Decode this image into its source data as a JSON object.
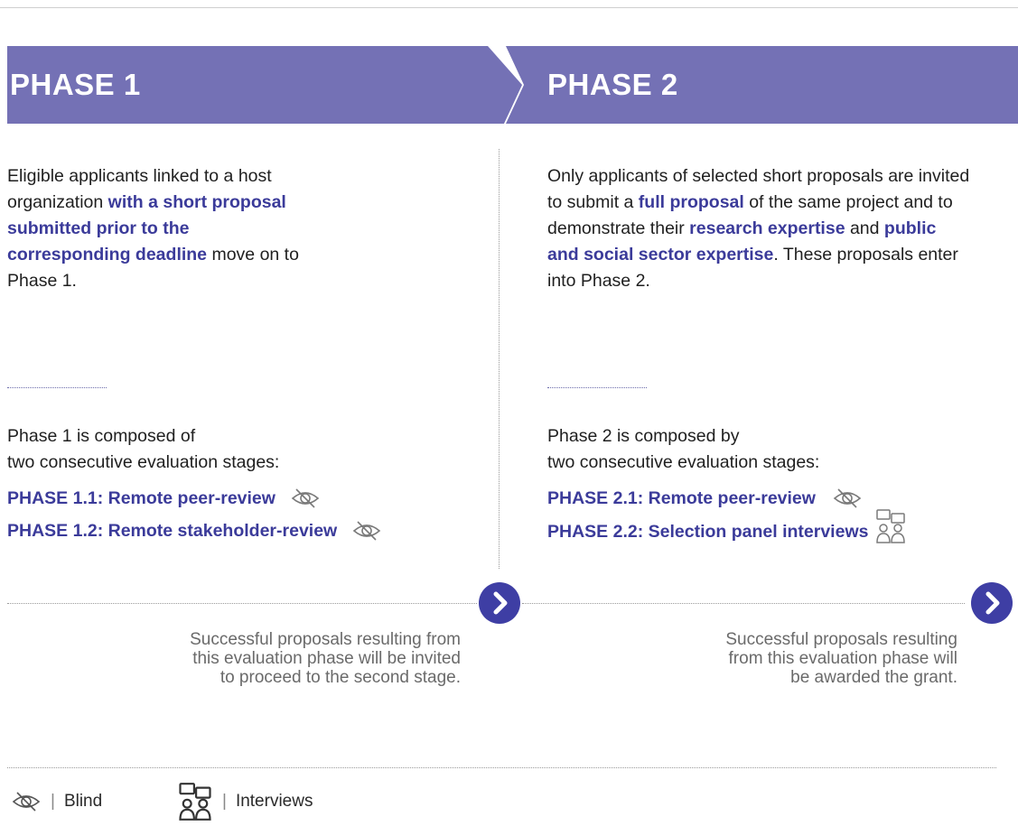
{
  "phase1": {
    "title": "PHASE 1",
    "intro_plain_1": "Eligible applicants linked to a host organization ",
    "intro_highlight": "with a short proposal submitted prior to the corresponding deadline",
    "intro_plain_2": " move on to Phase 1.",
    "composition_line1": "Phase 1 is composed of",
    "composition_line2": "two consecutive evaluation stages:",
    "stage1": "PHASE 1.1: Remote peer-review",
    "stage2": "PHASE 1.2: Remote stakeholder-review",
    "outcome": "Successful proposals resulting from this evaluation phase will be invited to proceed to the second stage."
  },
  "phase2": {
    "title": "PHASE 2",
    "intro_plain_1": "Only applicants of selected short proposals are invited to submit a ",
    "intro_highlight_1": "full proposal",
    "intro_plain_2": " of the same project and to demonstrate their ",
    "intro_highlight_2": "research expertise",
    "intro_plain_3": " and ",
    "intro_highlight_3": "public and social sector expertise",
    "intro_plain_4": ". These proposals enter into Phase 2.",
    "composition_line1": "Phase 2 is composed by",
    "composition_line2": "two consecutive evaluation stages:",
    "stage1": "PHASE 2.1: Remote peer-review",
    "stage2": "PHASE 2.2: Selection panel interviews",
    "outcome": "Successful proposals resulting from this evaluation phase will be awarded the grant."
  },
  "legend": {
    "separator": "|",
    "blind": "Blind",
    "interviews": "Interviews"
  },
  "icons": {
    "blind": "eye-slash-icon",
    "interviews": "interview-icon",
    "next": "chevron-right-icon"
  },
  "colors": {
    "banner": "#7471b5",
    "highlight": "#3b3b9a",
    "button": "#3e3ea4"
  }
}
